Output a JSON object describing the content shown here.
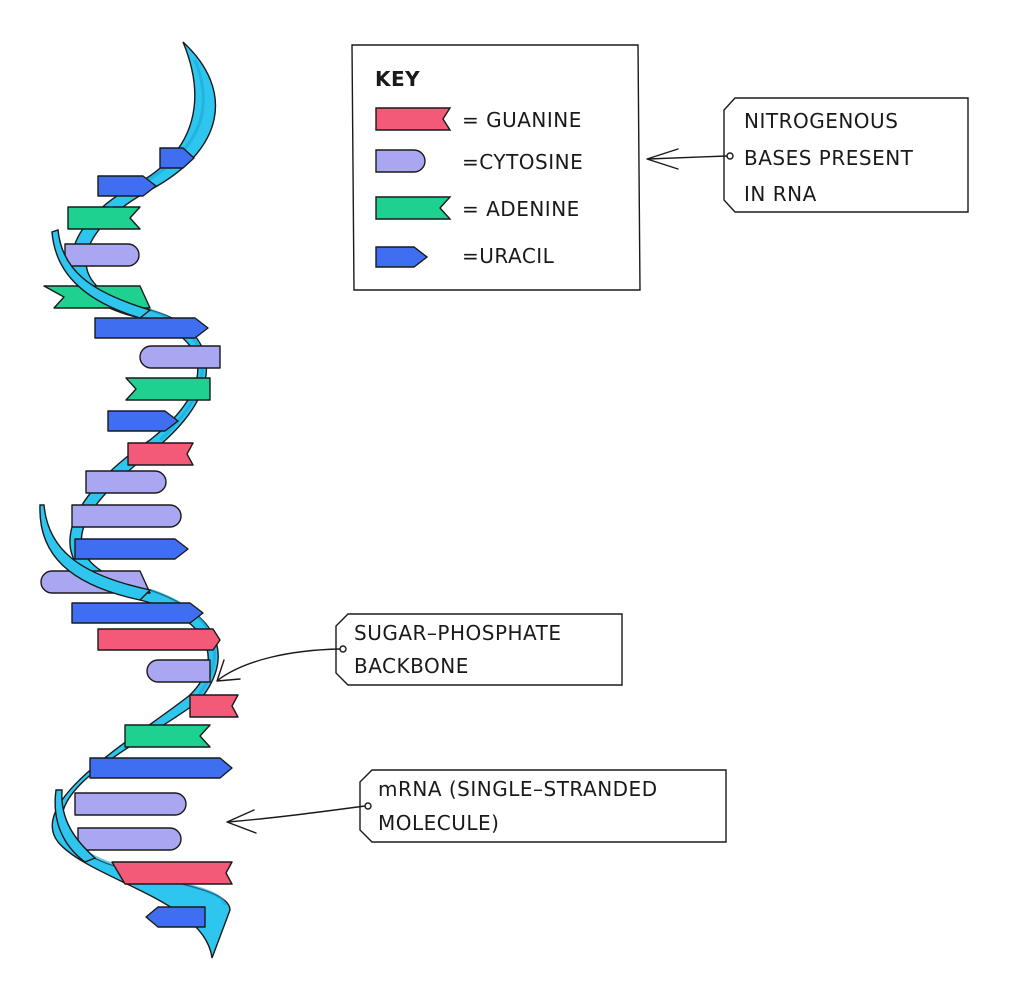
{
  "key": {
    "title": "KEY",
    "items": [
      {
        "label": "= GUANINE",
        "shape": "notch-left",
        "color": "#f25a78"
      },
      {
        "label": "=CYTOSINE",
        "shape": "rounded",
        "color": "#a9a6f2"
      },
      {
        "label": "= ADENINE",
        "shape": "notch-left",
        "color": "#1fd190"
      },
      {
        "label": "=URACIL",
        "shape": "arrow",
        "color": "#3f6ff0"
      }
    ]
  },
  "labels": {
    "bases": [
      "NITROGENOUS",
      "BASES  PRESENT",
      "IN  RNA"
    ],
    "backbone": [
      "SUGAR–PHOSPHATE",
      "BACKBONE"
    ],
    "mrna": [
      "mRNA  (SINGLE–STRANDED",
      "MOLECULE)"
    ]
  },
  "colors": {
    "guanine": "#f25a78",
    "cytosine": "#a9a6f2",
    "adenine": "#1fd190",
    "uracil": "#3f6ff0",
    "backbone": "#2ec6ef",
    "backbone_shade": "#1aa6d6",
    "outline": "#1a1a1a"
  }
}
